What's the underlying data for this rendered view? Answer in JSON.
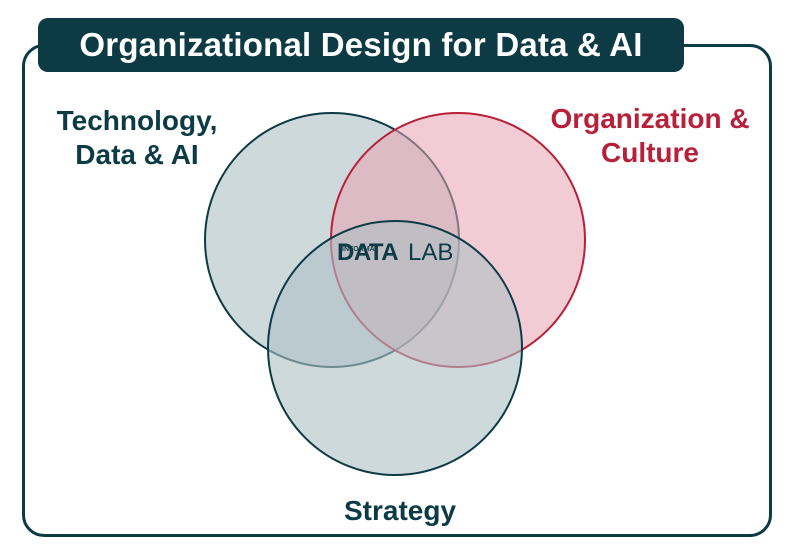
{
  "title": "Organizational Design for Data & AI",
  "circles": {
    "technology": {
      "label_line1": "Technology,",
      "label_line2": "Data & AI",
      "color": "#0d3b45",
      "fill": "#8aa4ac"
    },
    "organization": {
      "label_line1": "Organization &",
      "label_line2": "Culture",
      "color": "#b8203a",
      "fill": "#e7a3b0"
    },
    "strategy": {
      "label": "Strategy",
      "color": "#0d3b45",
      "fill": "#aebfc4"
    }
  },
  "center_logo": {
    "small_text": "INFORMA",
    "bold_text": "DATA",
    "light_text": "LAB"
  }
}
